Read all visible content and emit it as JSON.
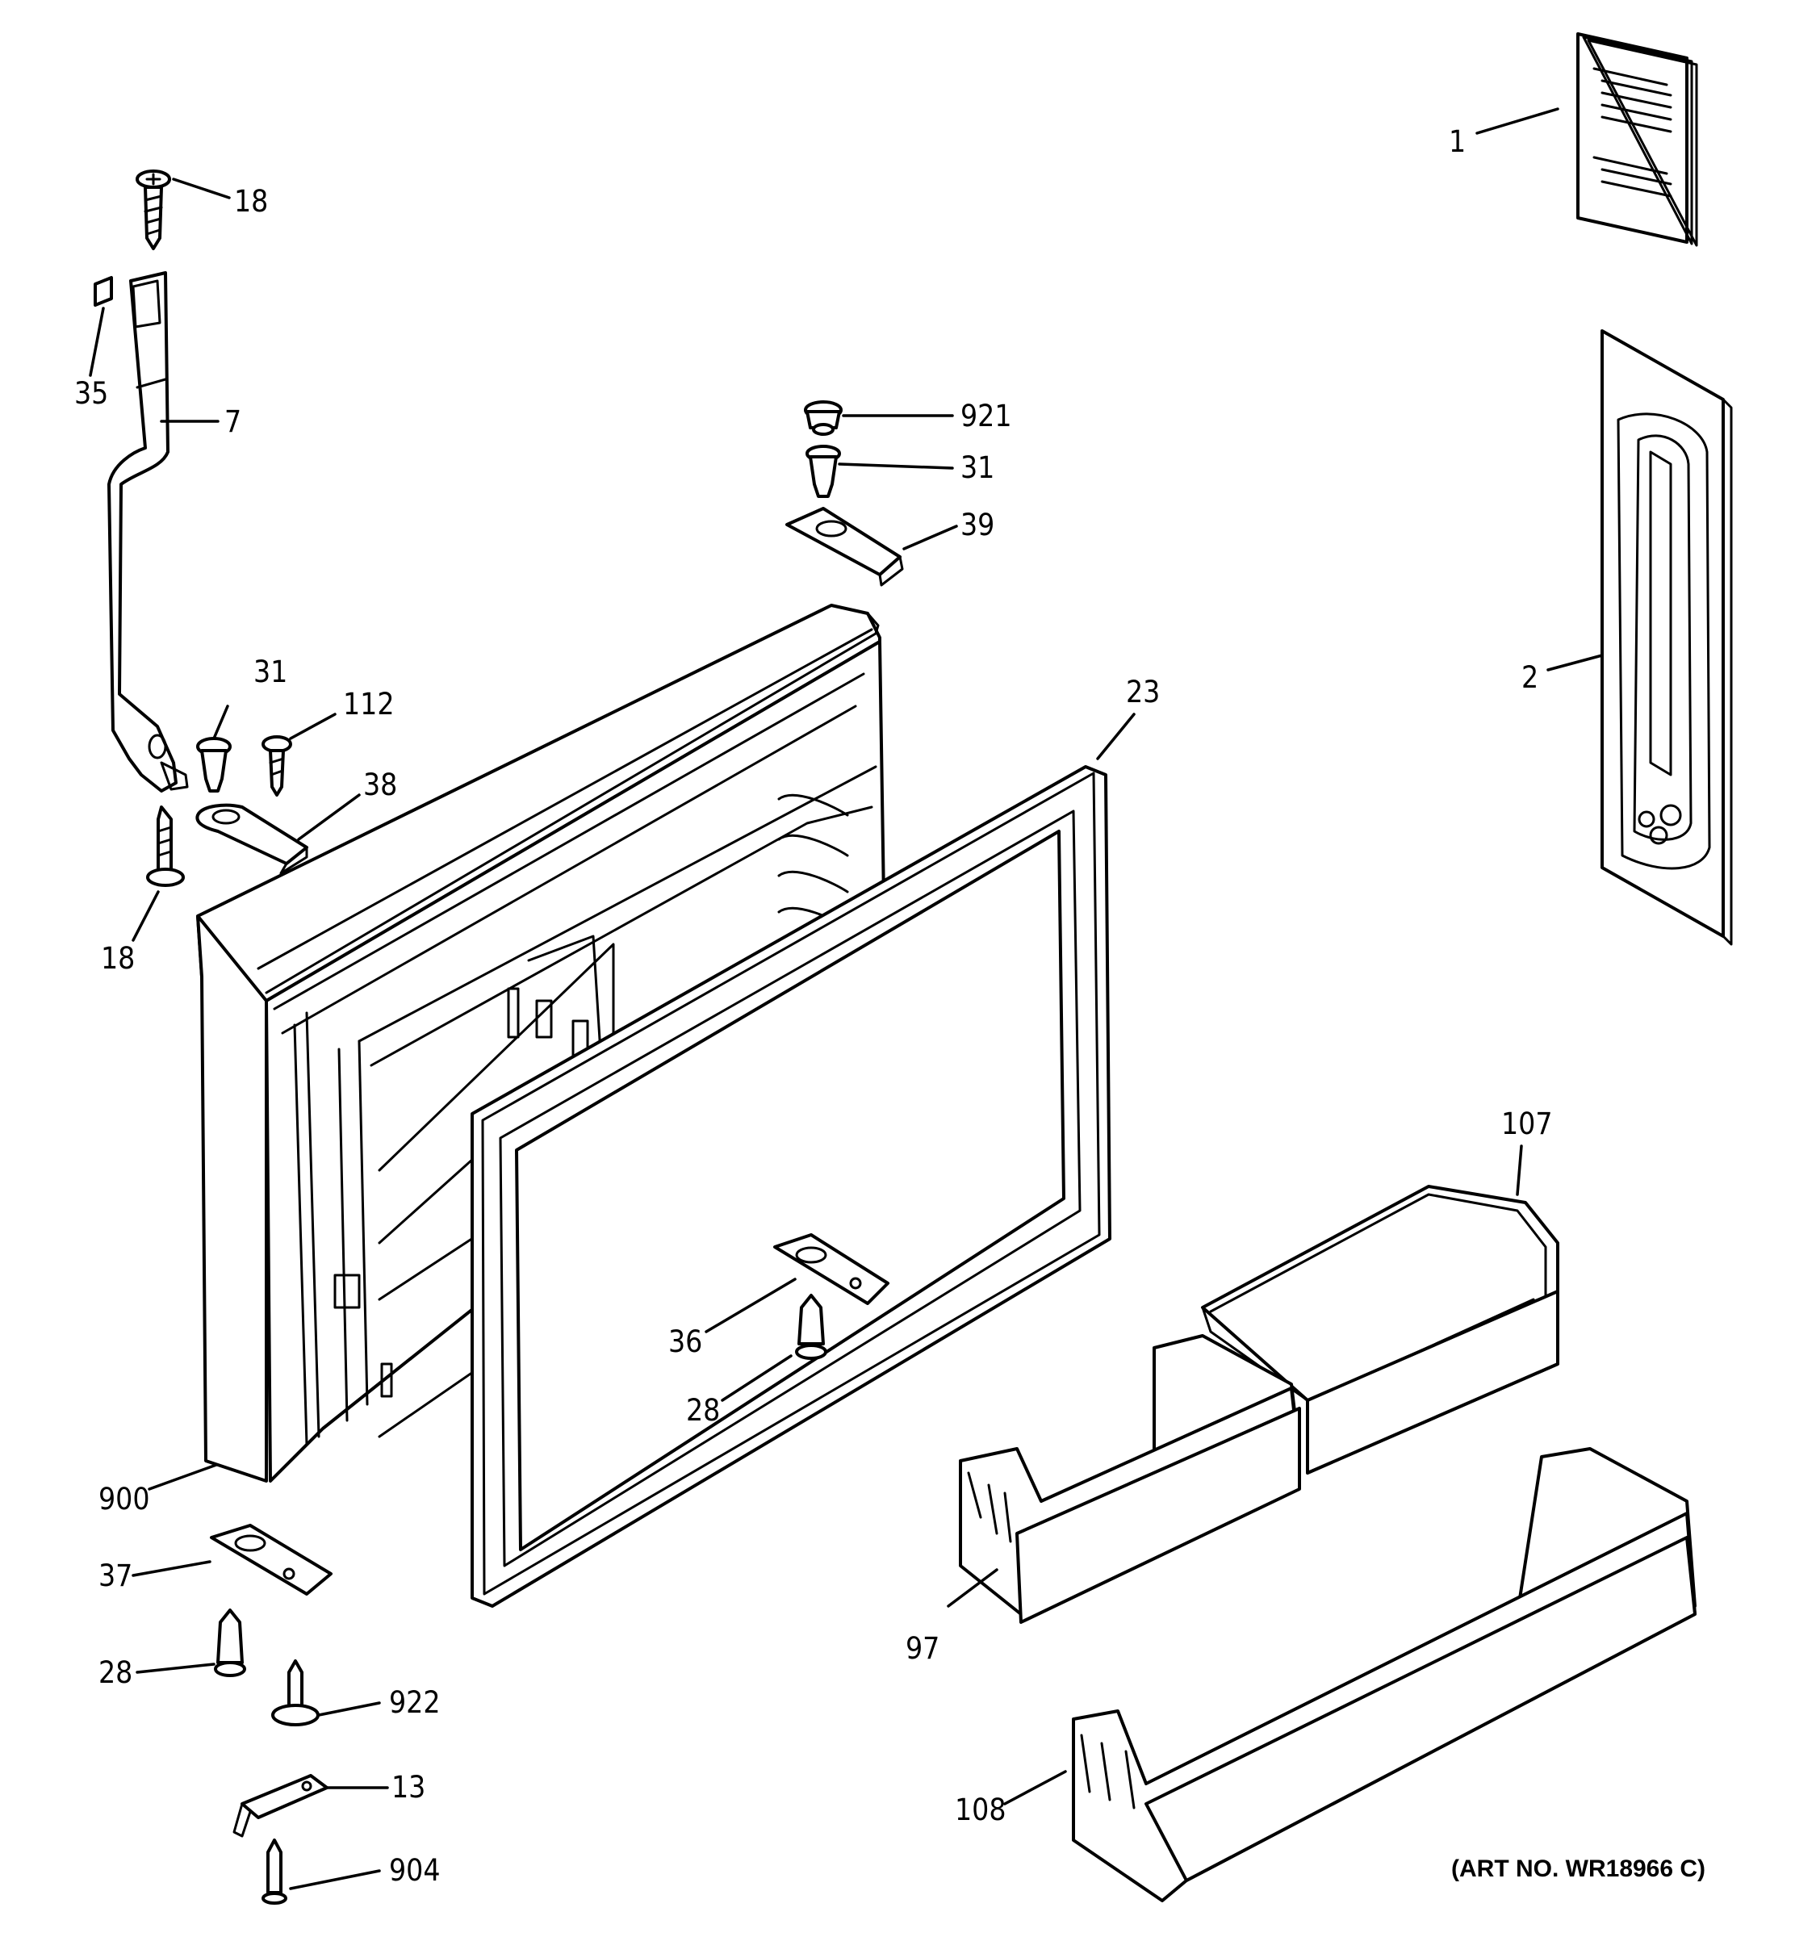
{
  "callouts": {
    "c1": "1",
    "c2": "2",
    "c7": "7",
    "c13": "13",
    "c18a": "18",
    "c18b": "18",
    "c23": "23",
    "c28a": "28",
    "c28b": "28",
    "c31a": "31",
    "c31b": "31",
    "c35": "35",
    "c36": "36",
    "c37": "37",
    "c38": "38",
    "c39": "39",
    "c97": "97",
    "c107": "107",
    "c108": "108",
    "c112": "112",
    "c900": "900",
    "c904": "904",
    "c921": "921",
    "c922": "922"
  },
  "art_number": "(ART NO. WR18966 C)"
}
